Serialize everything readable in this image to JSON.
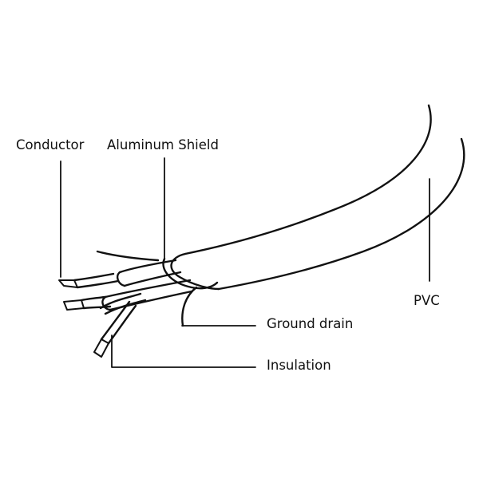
{
  "diagram": {
    "labels": {
      "conductor": "Conductor",
      "aluminum_shield": "Aluminum Shield",
      "pvc": "PVC",
      "ground_drain": "Ground drain",
      "insulation": "Insulation"
    },
    "colors": {
      "line": "#111111",
      "background": "#ffffff"
    }
  }
}
